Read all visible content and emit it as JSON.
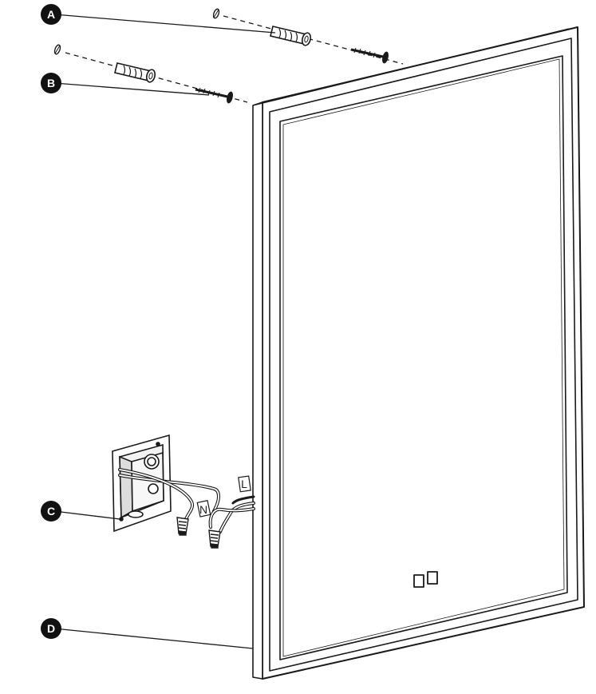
{
  "callouts": {
    "a": "A",
    "b": "B",
    "c": "C",
    "d": "D"
  },
  "wire_labels": {
    "live": "L",
    "neutral": "N"
  },
  "colors": {
    "line": "#1a1a1a",
    "callout_fill": "#111111",
    "background": "#ffffff"
  }
}
